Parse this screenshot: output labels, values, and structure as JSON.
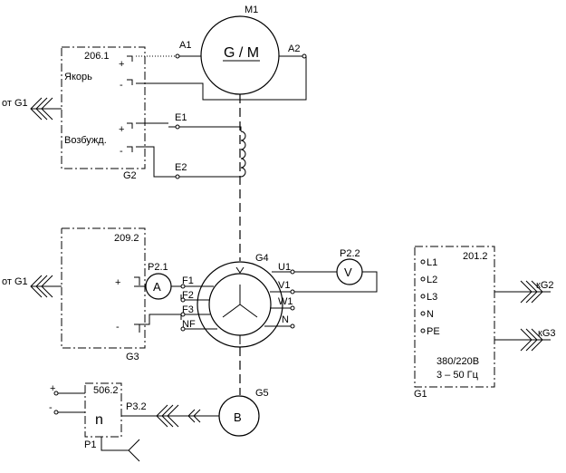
{
  "m1": {
    "ref": "M1",
    "label": "G / M",
    "a1": "A1",
    "a2": "A2"
  },
  "e": {
    "e1": "E1",
    "e2": "E2"
  },
  "u206": {
    "id": "206.1",
    "anchor": "Якорь",
    "field": "Возбужд.",
    "ref": "G2",
    "plus": "+",
    "minus": "-"
  },
  "u209": {
    "id": "209.2",
    "ref": "G3",
    "plus": "+",
    "minus": "-"
  },
  "g4": {
    "ref": "G4",
    "f1": "F1",
    "f2": "F2",
    "f3": "F3",
    "nf": "NF",
    "u1": "U1",
    "v1": "V1",
    "w1": "W1",
    "n": "N"
  },
  "p21": {
    "ref": "P2.1",
    "symbol": "A"
  },
  "p22": {
    "ref": "P2.2",
    "symbol": "V"
  },
  "u201": {
    "id": "201.2",
    "ref": "G1",
    "terminals": [
      "L1",
      "L2",
      "L3",
      "N",
      "PE"
    ],
    "voltage": "380/220В",
    "freq": "3 – 50 Гц"
  },
  "links": {
    "from_g1_a": "от G1",
    "from_g1_b": "от G1",
    "to_g2": "кG2",
    "to_g3": "кG3"
  },
  "u506": {
    "id": "506.2",
    "symbol": "n",
    "ref": "P1",
    "out": "P3.2",
    "plus": "+",
    "minus": "-"
  },
  "g5": {
    "ref": "G5",
    "symbol": "B"
  }
}
